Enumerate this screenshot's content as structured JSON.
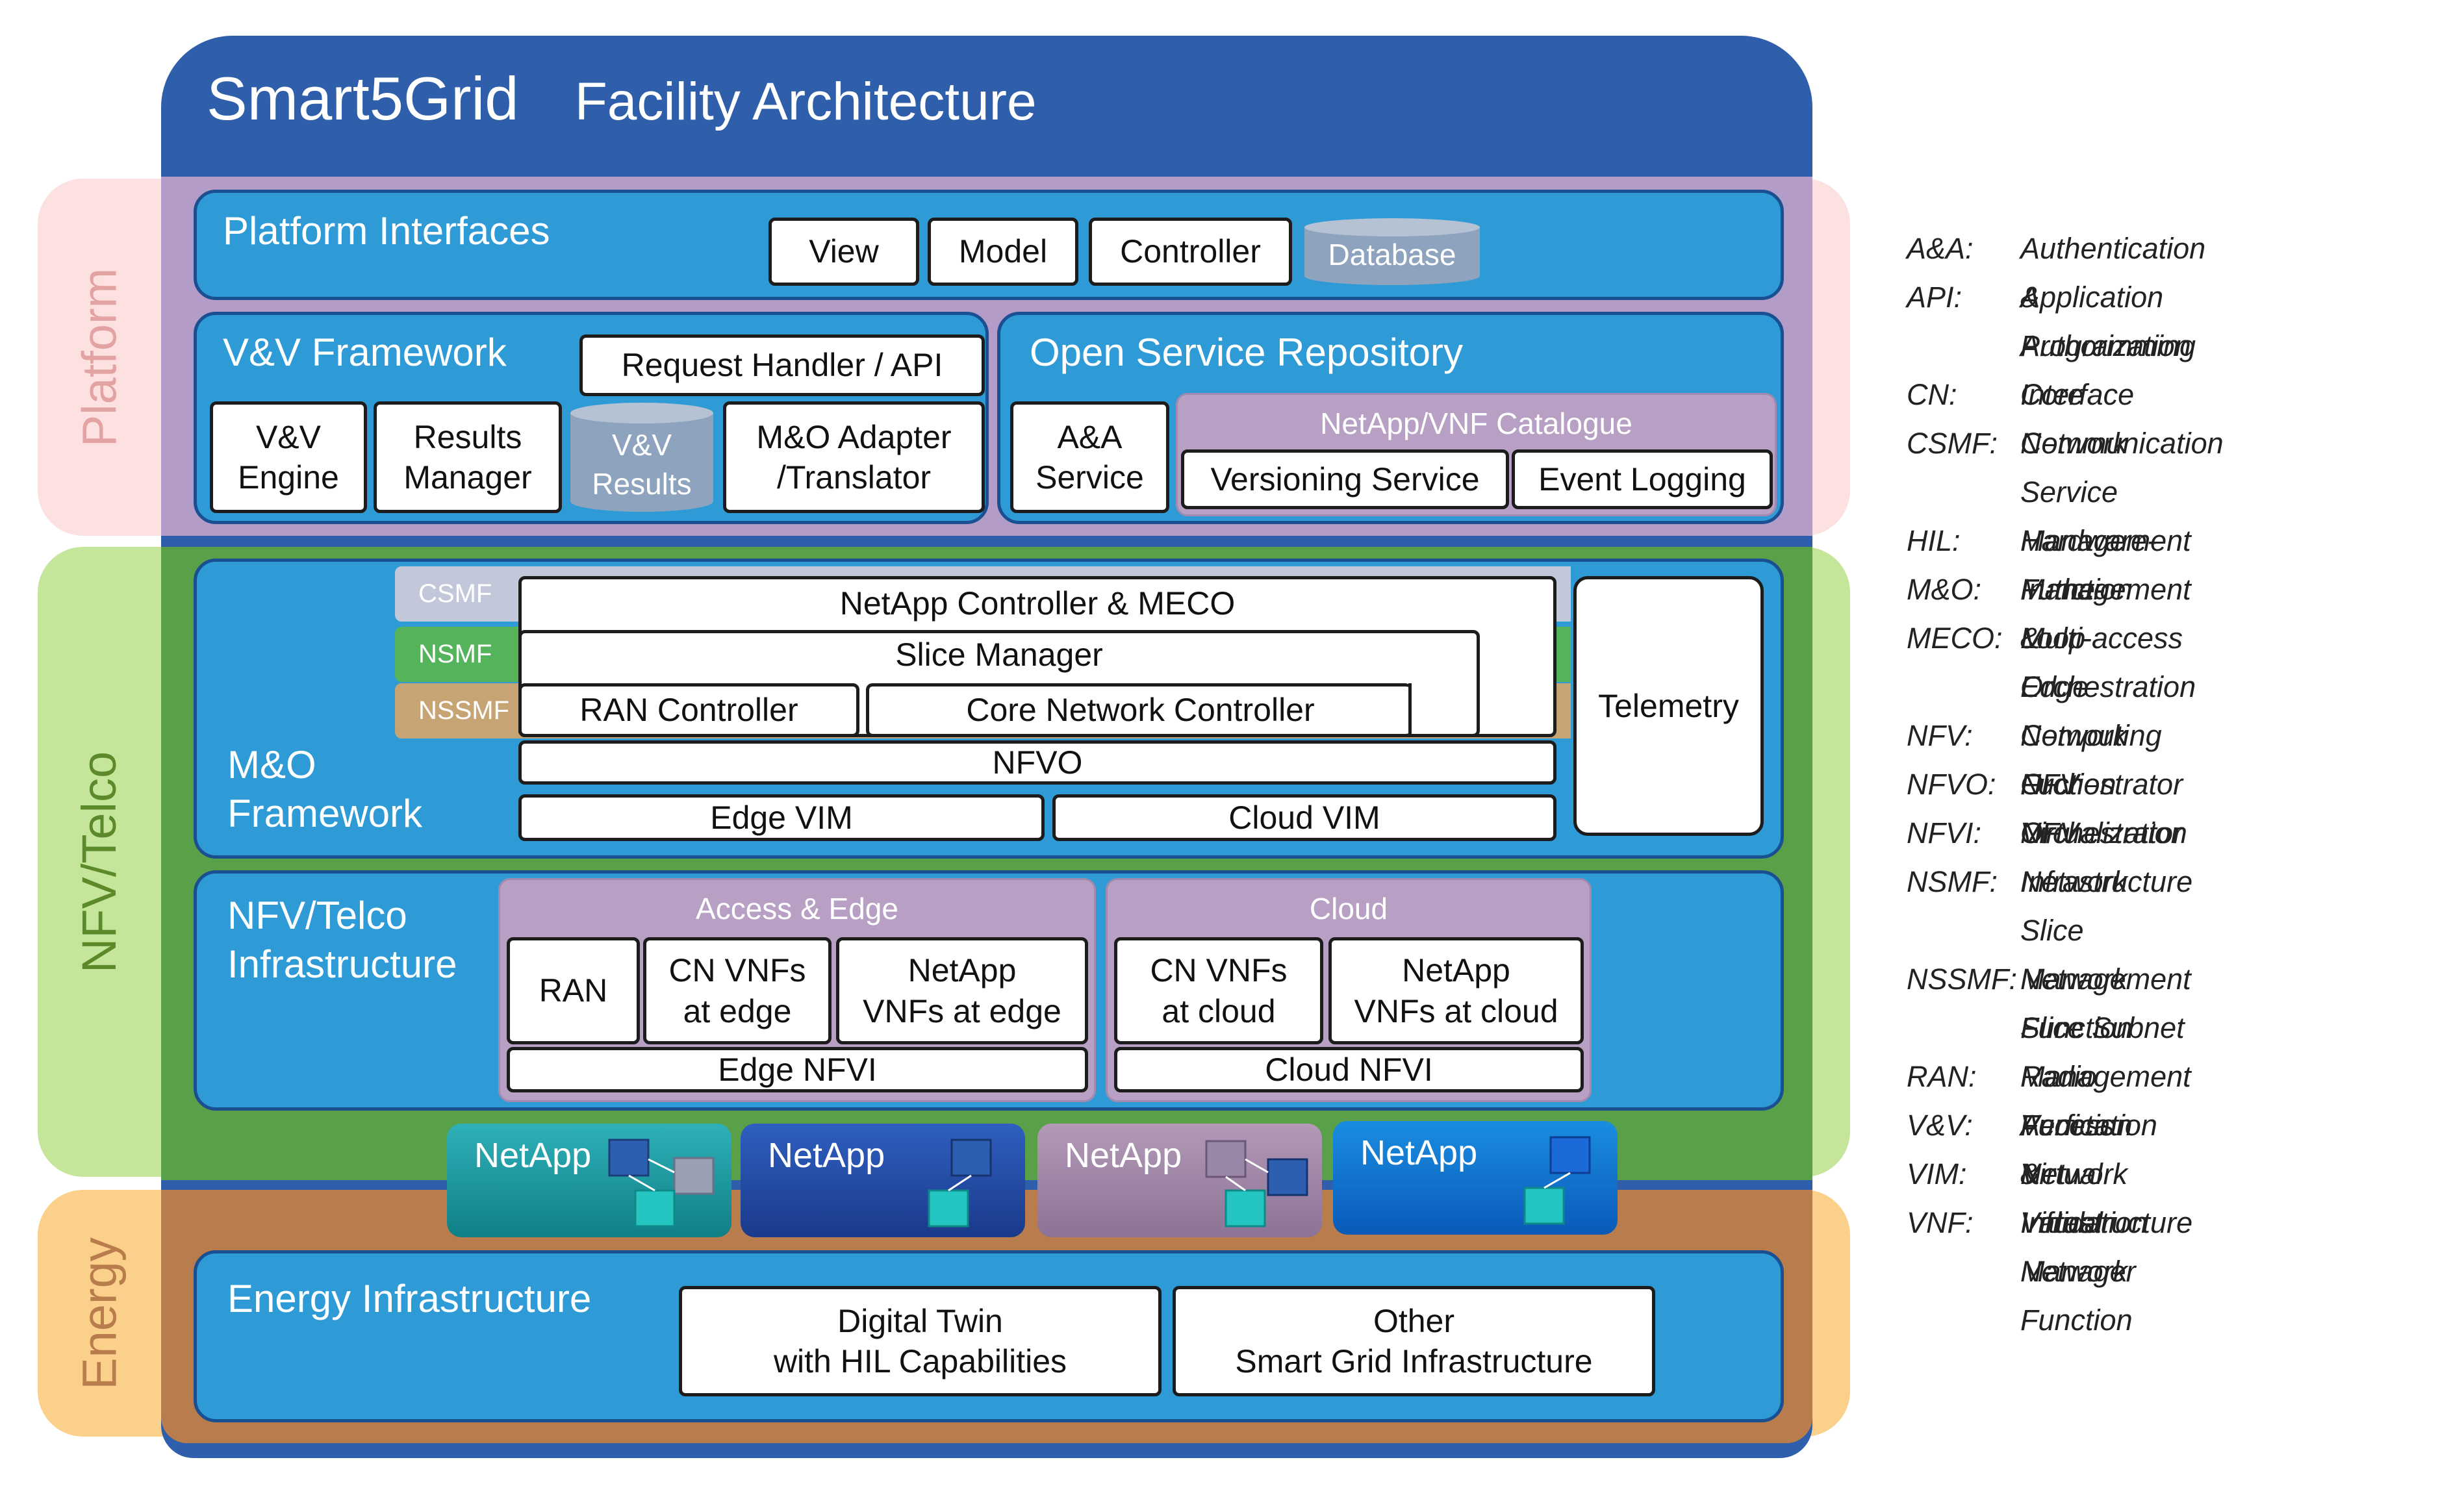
{
  "header": {
    "title": "Smart5Grid",
    "subtitle": "Facility Architecture"
  },
  "layers": {
    "platform": "Platform",
    "nfv": "NFV/Telco",
    "energy": "Energy"
  },
  "platform_interfaces": {
    "title": "Platform Interfaces",
    "view": "View",
    "model": "Model",
    "controller": "Controller",
    "database": "Database"
  },
  "vv_framework": {
    "title": "V&V Framework",
    "request_handler": "Request Handler / API",
    "engine": "V&V\nEngine",
    "results_manager": "Results\nManager",
    "results": "V&V\nResults",
    "adapter": "M&O Adapter\n/Translator"
  },
  "osr": {
    "title": "Open Service Repository",
    "aa": "A&A\nService",
    "catalogue": "NetApp/VNF Catalogue",
    "versioning": "Versioning Service",
    "logging": "Event Logging"
  },
  "mo": {
    "title": "M&O\nFramework",
    "csmf": "CSMF",
    "nsmf": "NSMF",
    "nssmf": "NSSMF",
    "netapp_controller": "NetApp Controller & MECO",
    "slice_manager": "Slice Manager",
    "ran_controller": "RAN Controller",
    "core_controller": "Core Network Controller",
    "nfvo": "NFVO",
    "edge_vim": "Edge VIM",
    "cloud_vim": "Cloud VIM",
    "telemetry": "Telemetry"
  },
  "infra": {
    "title": "NFV/Telco\nInfrastructure",
    "access_edge": "Access & Edge",
    "cloud": "Cloud",
    "ran": "RAN",
    "cn_edge": "CN VNFs\nat edge",
    "netapp_edge": "NetApp\nVNFs at edge",
    "edge_nfvi": "Edge NFVI",
    "cn_cloud": "CN VNFs\nat cloud",
    "netapp_cloud": "NetApp\nVNFs at cloud",
    "cloud_nfvi": "Cloud NFVI"
  },
  "netapps": [
    "NetApp",
    "NetApp",
    "NetApp",
    "NetApp"
  ],
  "energy": {
    "title": "Energy Infrastructure",
    "digital_twin": "Digital Twin\nwith HIL Capabilities",
    "other": "Other\nSmart Grid Infrastructure"
  },
  "legend": [
    {
      "abbr": "A&A:",
      "def": "Authentication & Authorization"
    },
    {
      "abbr": "API:",
      "def": "Application Programming\nInterface"
    },
    {
      "abbr": "CN:",
      "def": "Core Network"
    },
    {
      "abbr": "CSMF:",
      "def": "Communication Service\nManagement Function"
    },
    {
      "abbr": "HIL:",
      "def": "Hardware-In-the-Loop"
    },
    {
      "abbr": "M&O:",
      "def": "Management & Orchestration"
    },
    {
      "abbr": "MECO:",
      "def": "Multi-access Edge Computing\nOrchestrator"
    },
    {
      "abbr": "NFV:",
      "def": "Network Fuction Virtualization"
    },
    {
      "abbr": "NFVO:",
      "def": "NFV Orchestrator"
    },
    {
      "abbr": "NFVI:",
      "def": "NFV Infrastructure"
    },
    {
      "abbr": "NSMF:",
      "def": "Network Slice Management\nFunction"
    },
    {
      "abbr": "NSSMF:",
      "def": "Network Slice Subnet\nManagement Function"
    },
    {
      "abbr": "RAN:",
      "def": "Radio Access Network"
    },
    {
      "abbr": "V&V:",
      "def": "Verfication & Validation"
    },
    {
      "abbr": "VIM:",
      "def": "Virtual Infrastructure Manager"
    },
    {
      "abbr": "VNF:",
      "def": "Virtual Network Function"
    }
  ],
  "colors": {
    "header_blue": "#2f5faa",
    "panel_blue": "#2e9bd6",
    "platform_band": "#fde0e0",
    "platform_inner": "#b39cc7",
    "nfv_band": "#c5e69a",
    "nfv_inner": "#5aa048",
    "energy_band": "#fbd08a",
    "energy_inner": "#b97c4c",
    "group_purple": "#b7a0c3"
  }
}
